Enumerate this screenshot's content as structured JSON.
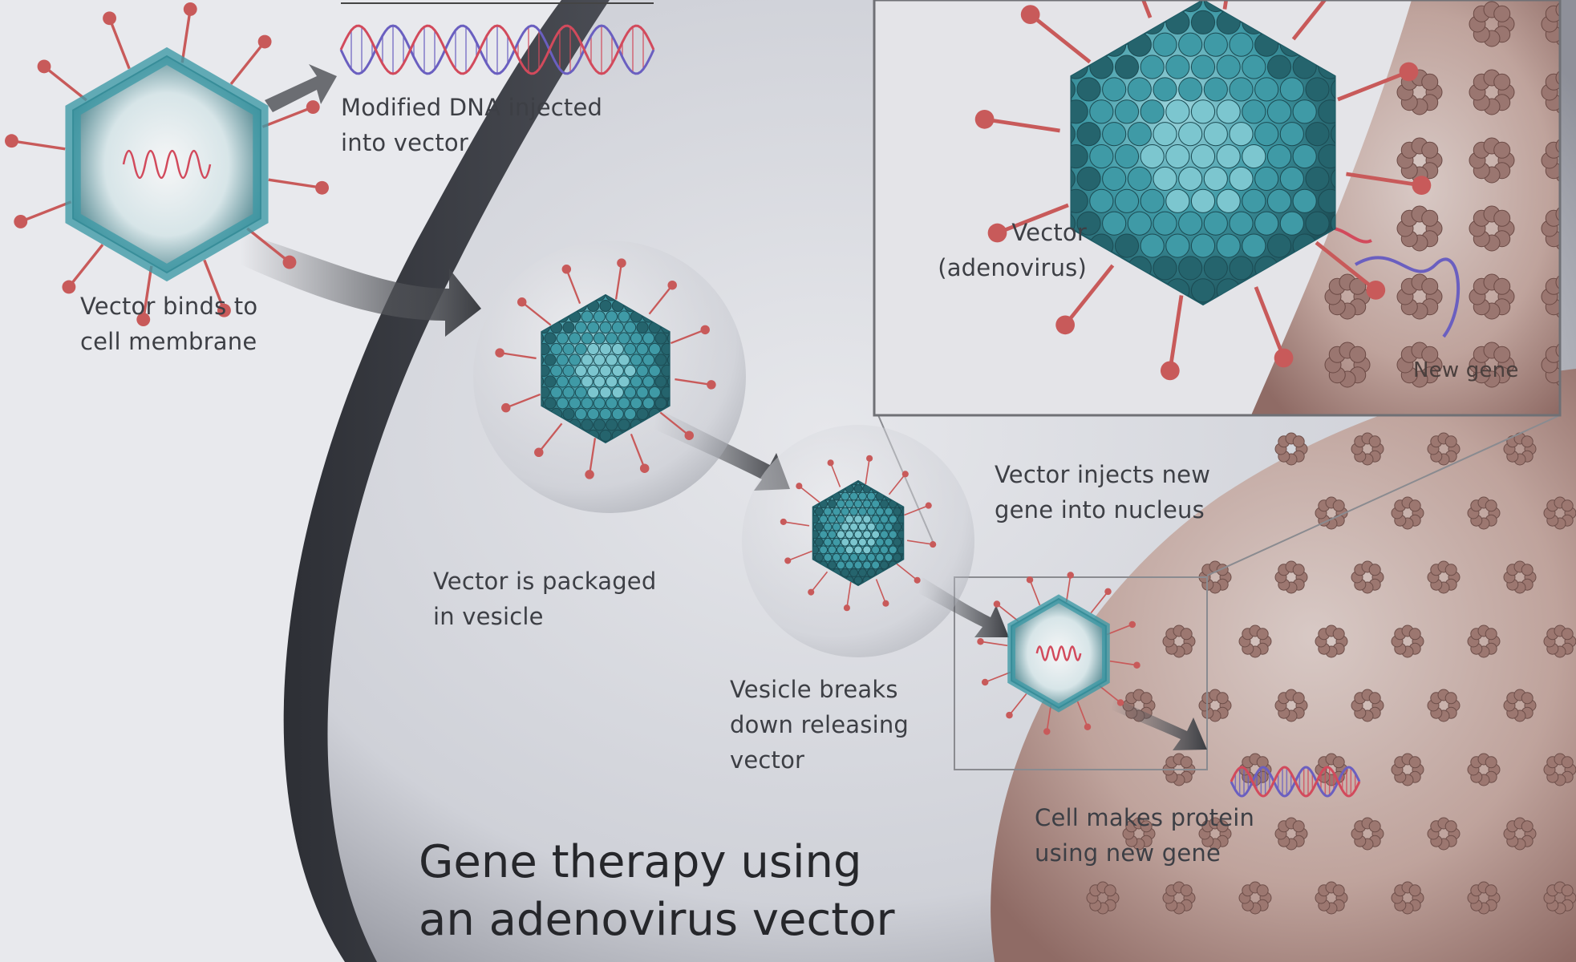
{
  "diagram": {
    "title_lines": [
      "Gene therapy using",
      "an adenovirus vector"
    ],
    "steps": {
      "modified_dna": [
        "Modified DNA injected",
        "into vector"
      ],
      "binds_membrane": [
        "Vector binds to",
        "cell membrane"
      ],
      "packaged": [
        "Vector is packaged",
        "in vesicle"
      ],
      "vesicle_breaks": [
        "Vesicle breaks",
        "down releasing",
        "vector"
      ],
      "injects_gene": [
        "Vector injects new",
        "gene into nucleus"
      ],
      "makes_protein": [
        "Cell makes protein",
        "using new gene"
      ]
    },
    "inset": {
      "vector_label": [
        "Vector",
        "(adenovirus)"
      ],
      "new_gene_label": "New gene"
    },
    "colors": {
      "capsid": "#3f9aa6",
      "capsid_dark": "#1d5a64",
      "fiber": "#c85a5a",
      "dna_red": "#d24a5c",
      "dna_blue": "#6a5fc0",
      "cell_bg": "#dfe0e5",
      "nucleus": "#b89a94",
      "arrow": "#55575c"
    }
  }
}
